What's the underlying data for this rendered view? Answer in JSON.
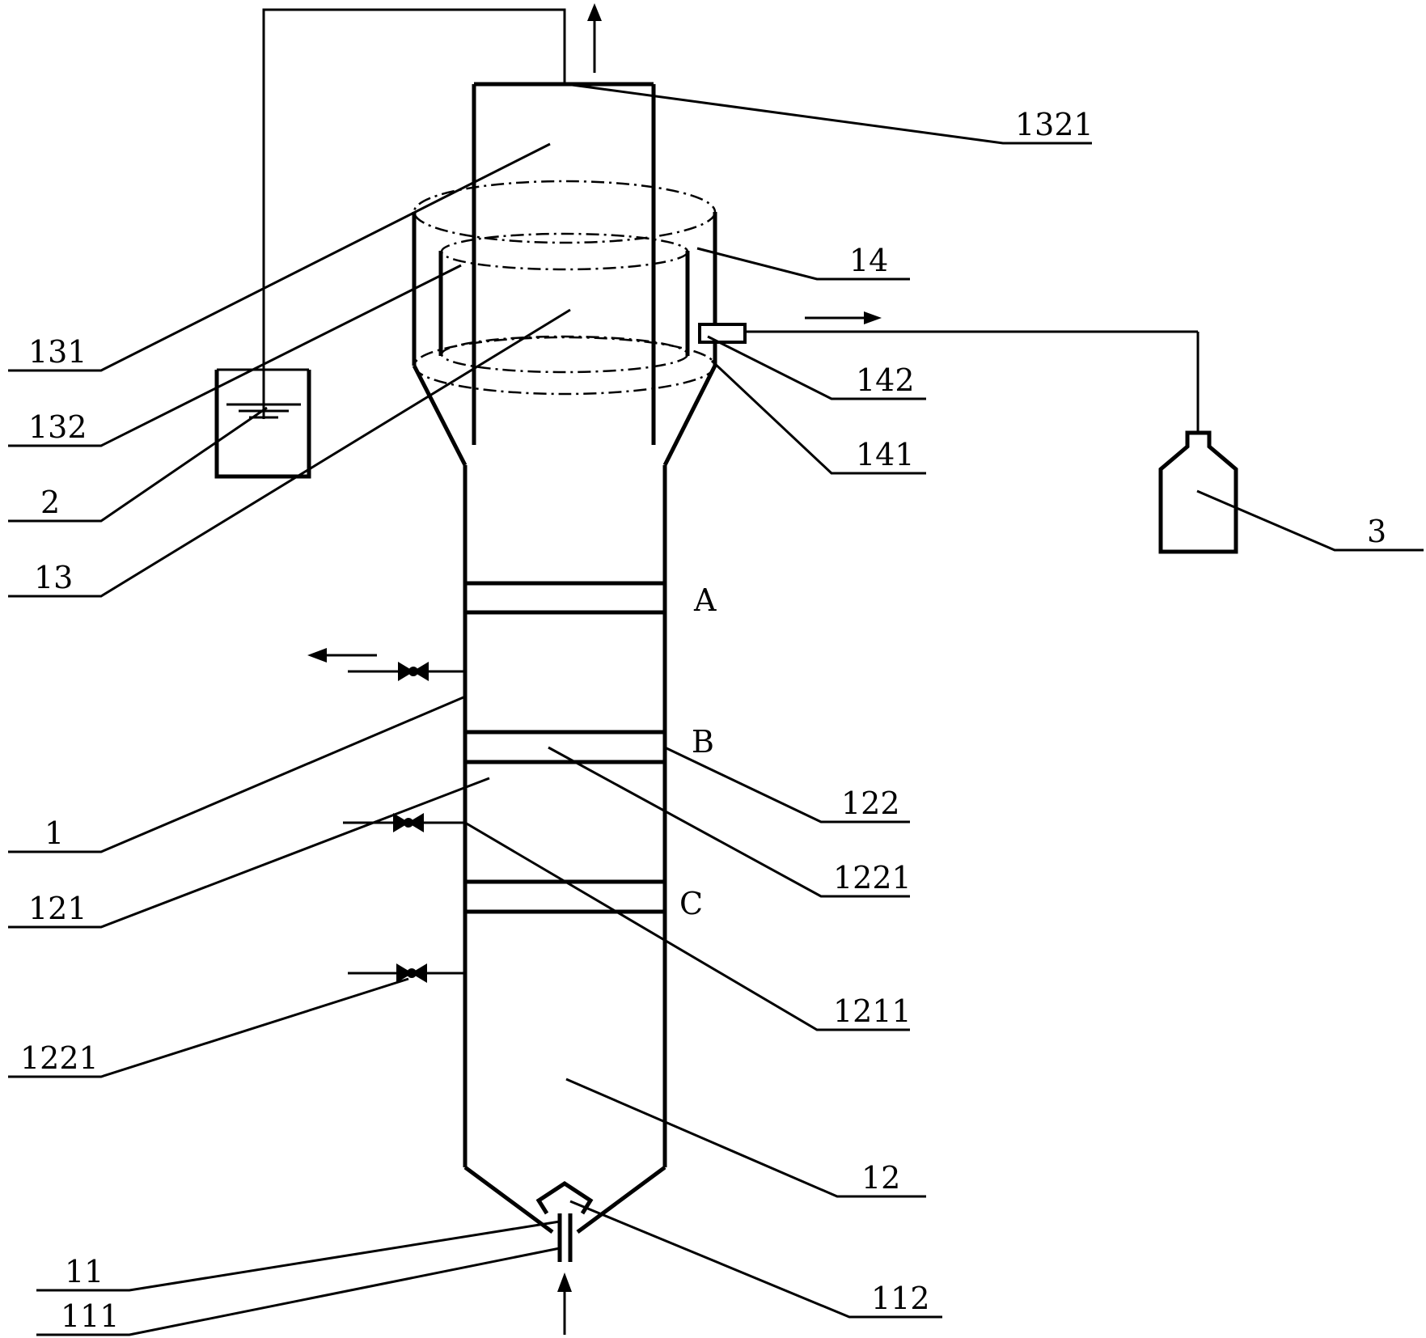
{
  "labels": {
    "l1321": "1321",
    "l14": "14",
    "l131": "131",
    "l142": "142",
    "l132": "132",
    "l141": "141",
    "l2": "2",
    "l3": "3",
    "l13": "13",
    "lA": "A",
    "lB": "B",
    "lC": "C",
    "l122": "122",
    "l1": "1",
    "l1221_right": "1221",
    "l121": "121",
    "l1211": "1211",
    "l1221_left": "1221",
    "l12": "12",
    "l11": "11",
    "l112": "112",
    "l111": "111"
  }
}
